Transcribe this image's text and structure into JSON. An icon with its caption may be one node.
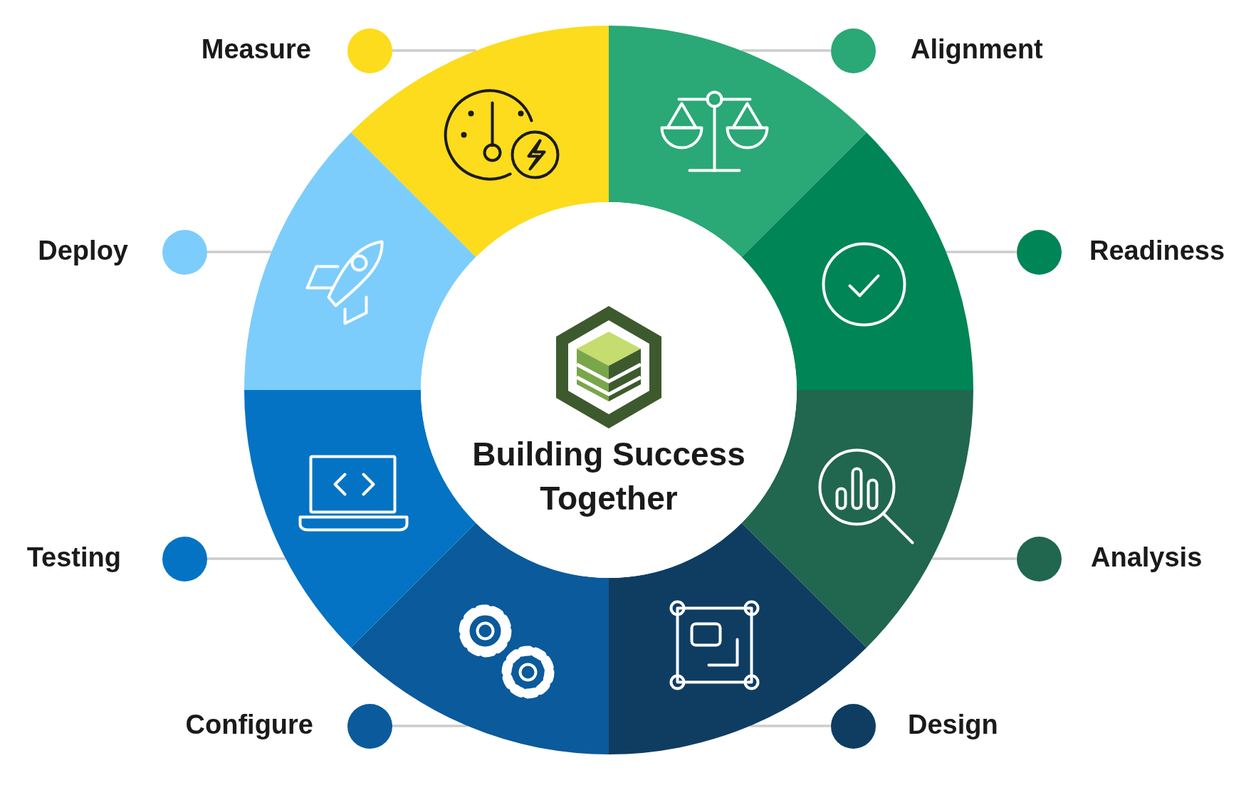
{
  "diagram": {
    "nodes": [
      {
        "text": [
          "Building Success Together"
        ]
      },
      {
        "text": [
          "Measure"
        ]
      },
      {
        "text": [
          "Alignment"
        ]
      },
      {
        "text": [
          "Deploy"
        ]
      },
      {
        "text": [
          "Readiness"
        ]
      },
      {
        "text": [
          "Testing"
        ]
      },
      {
        "text": [
          "Analysis"
        ]
      },
      {
        "text": [
          "Configure"
        ]
      },
      {
        "text": [
          "Design"
        ]
      },
      {
        "text": [],
        "shape": "segment"
      },
      {
        "text": [],
        "shape": "segment"
      },
      {
        "text": [],
        "shape": "segment"
      },
      {
        "text": [],
        "shape": "segment"
      },
      {
        "text": [],
        "shape": "segment"
      },
      {
        "text": [],
        "shape": "segment"
      },
      {
        "text": [],
        "shape": "segment"
      },
      {
        "text": [],
        "shape": "segment"
      }
    ],
    "edges": [
      {
        "from": 1,
        "to": 9,
        "arrow": "none"
      },
      {
        "from": 2,
        "to": 10,
        "arrow": "none"
      },
      {
        "from": 3,
        "to": 11,
        "arrow": "none"
      },
      {
        "from": 4,
        "to": 12,
        "arrow": "none"
      },
      {
        "from": 5,
        "to": 13,
        "arrow": "none"
      },
      {
        "from": 6,
        "to": 14,
        "arrow": "none"
      },
      {
        "from": 7,
        "to": 15,
        "arrow": "none"
      },
      {
        "from": 8,
        "to": 16,
        "arrow": "none"
      }
    ]
  }
}
